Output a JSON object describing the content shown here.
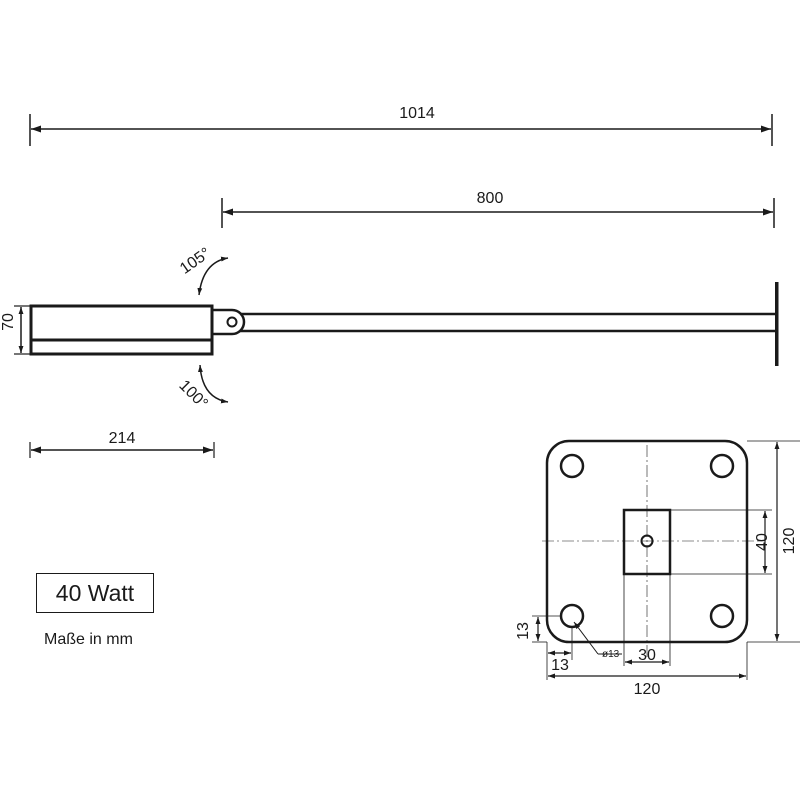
{
  "drawing": {
    "dimensions": {
      "overall_length": "1014",
      "arm_length": "800",
      "head_height": "70",
      "head_length": "214",
      "tilt_up": "105°",
      "tilt_down": "100°"
    },
    "mounting_plate": {
      "width": "120",
      "height": "120",
      "bracket_width": "30",
      "bracket_height": "40",
      "hole_offset_x": "13",
      "hole_offset_y": "13",
      "hole_diameter": "ø13"
    },
    "power_label": "40 Watt",
    "units_note": "Maße in mm"
  },
  "colors": {
    "line": "#1a1a1a",
    "background": "#ffffff"
  }
}
